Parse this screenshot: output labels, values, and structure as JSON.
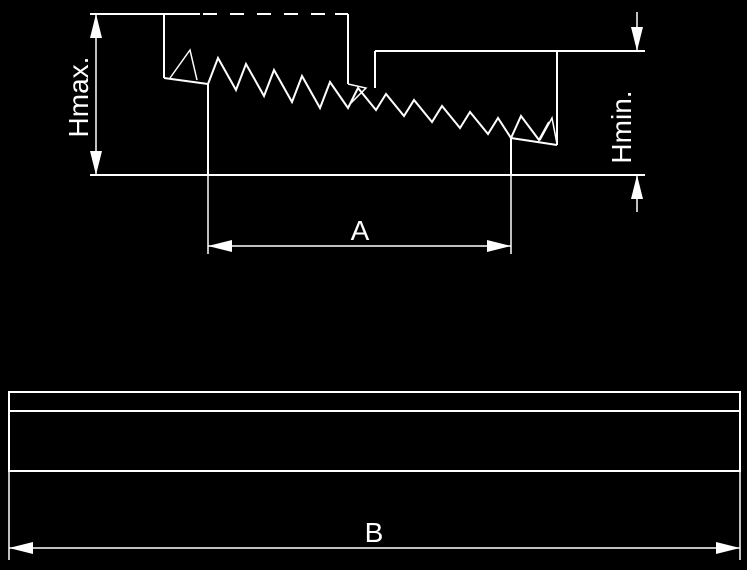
{
  "labels": {
    "hmax": "Hmax.",
    "hmin": "Hmin.",
    "a": "A",
    "b": "B"
  },
  "colors": {
    "background": "#000000",
    "line": "#ffffff"
  }
}
